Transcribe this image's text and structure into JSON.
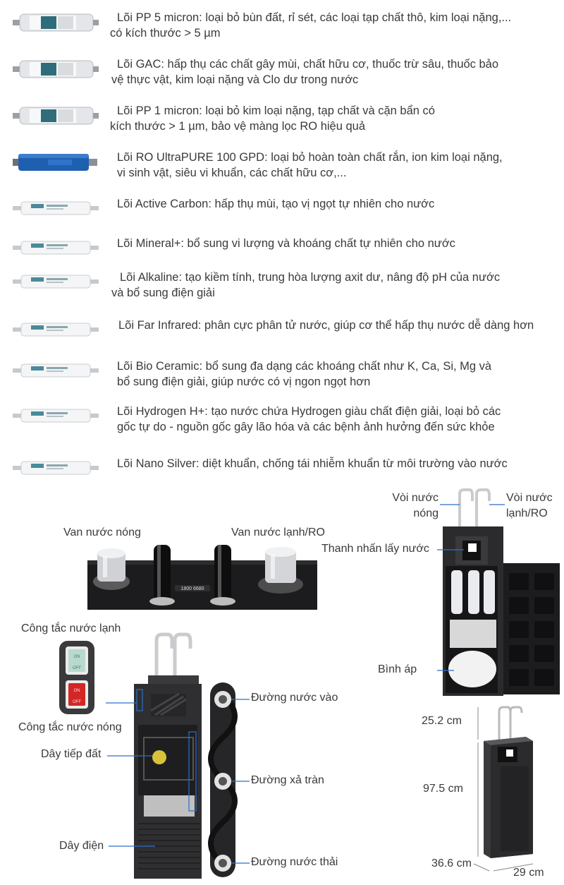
{
  "filters": [
    {
      "line1": "Lõi PP 5 micron: loại bỏ bùn đất, rỉ sét, các loại tạp chất thô, kim loại nặng,...",
      "line2": "có kích thước > 5 µm",
      "kind": "pp"
    },
    {
      "line1": "Lõi GAC: hấp thụ các chất gây mùi, chất hữu cơ, thuốc trừ sâu, thuốc bảo",
      "line2": "vệ thực vật, kim loại nặng và Clo dư trong nước",
      "kind": "pp"
    },
    {
      "line1": "Lõi PP 1 micron: loại bỏ kim loại nặng, tạp chất và cặn bẩn có",
      "line2": "kích thước > 1 µm, bảo vệ màng lọc RO hiệu quả",
      "kind": "pp"
    },
    {
      "line1": "Lõi RO UltraPURE 100 GPD: loại bỏ hoàn toàn chất rắn, ion kim loại nặng,",
      "line2": "vi sinh vật, siêu vi khuẩn, các chất hữu cơ,...",
      "kind": "ro"
    },
    {
      "line1": "Lõi Active Carbon: hấp thụ mùi, tạo vị ngọt tự nhiên cho nước",
      "line2": "",
      "kind": "white"
    },
    {
      "line1": "Lõi Mineral+: bổ sung vi lượng và khoáng chất tự nhiên cho nước",
      "line2": "",
      "kind": "white"
    },
    {
      "line1": "Lõi Alkaline: tạo kiềm tính, trung hòa lượng axit dư, nâng độ pH của nước",
      "line2": "và bổ sung điện giải",
      "kind": "white"
    },
    {
      "line1": "Lõi Far Infrared: phân cực phân tử nước, giúp cơ thể hấp thụ nước dễ dàng hơn",
      "line2": "",
      "kind": "white"
    },
    {
      "line1": "Lõi Bio Ceramic: bổ sung đa dạng các khoáng chất như K, Ca, Si, Mg và",
      "line2": "bổ sung điện giải, giúp nước có vị ngon ngọt hơn",
      "kind": "white"
    },
    {
      "line1": "Lõi Hydrogen H+: tạo nước chứa Hydrogen giàu chất điện giải, loại bỏ các",
      "line2": "gốc tự do - nguồn gốc gây lão hóa và các bệnh ảnh hưởng đến sức khỏe",
      "kind": "white"
    },
    {
      "line1": "Lõi Nano Silver: diệt khuẩn, chống tái nhiễm khuẩn từ môi trường vào nước",
      "line2": "",
      "kind": "white"
    }
  ],
  "valves": {
    "hot": "Van nước nóng",
    "cold": "Van nước lạnh/RO",
    "hotline": "1800 6680"
  },
  "switches": {
    "cold": "Công tắc nước lạnh",
    "hot": "Công tắc nước nóng",
    "ground": "Dây tiếp đất",
    "power": "Dây điện",
    "on": "ON",
    "off": "OFF"
  },
  "ports": {
    "inlet": "Đường nước vào",
    "overflow": "Đường xả tràn",
    "waste": "Đường nước thải"
  },
  "front": {
    "hot_tap_1": "Vòi nước",
    "hot_tap_2": "nóng",
    "cold_tap_1": "Vòi nước",
    "cold_tap_2": "lạnh/RO",
    "dispense": "Thanh nhấn lấy nước",
    "tank": "Bình áp"
  },
  "dimensions": {
    "top": "25.2 cm",
    "height": "97.5 cm",
    "depth": "36.6 cm",
    "width": "29 cm"
  },
  "colors": {
    "text": "#3a3a3a",
    "leader": "#2a6fc9",
    "cabinet": "#2b2b2d",
    "ro_blue": "#1f5fb0"
  }
}
